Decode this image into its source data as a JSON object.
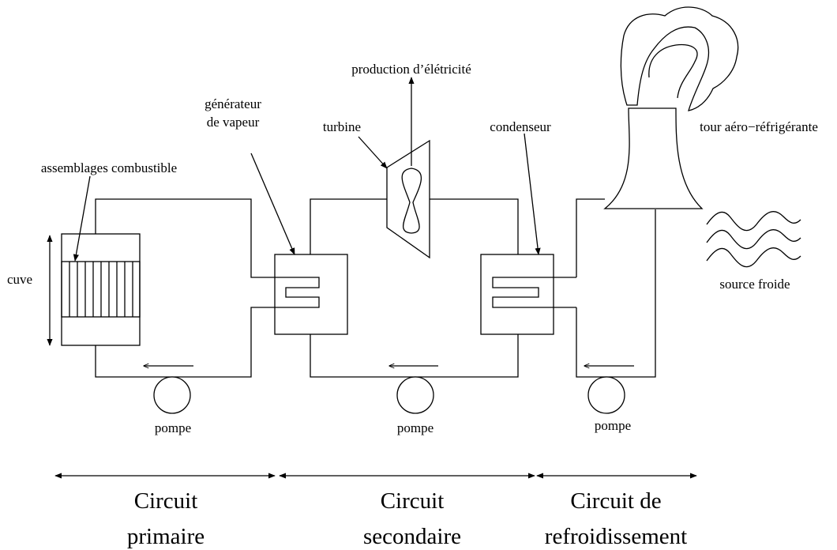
{
  "labels": {
    "production": "production d’élétricité",
    "generateur_1": "générateur",
    "generateur_2": "de vapeur",
    "turbine": "turbine",
    "condenseur": "condenseur",
    "tour": "tour aéro−réfrigérante",
    "assemblages": "assemblages combustible",
    "cuve": "cuve",
    "source_froide": "source froide",
    "pompe_1": "pompe",
    "pompe_2": "pompe",
    "pompe_3": "pompe"
  },
  "circuits": [
    {
      "line1": "Circuit",
      "line2": "primaire"
    },
    {
      "line1": "Circuit",
      "line2": "secondaire"
    },
    {
      "line1": "Circuit de",
      "line2": "refroidissement"
    }
  ]
}
